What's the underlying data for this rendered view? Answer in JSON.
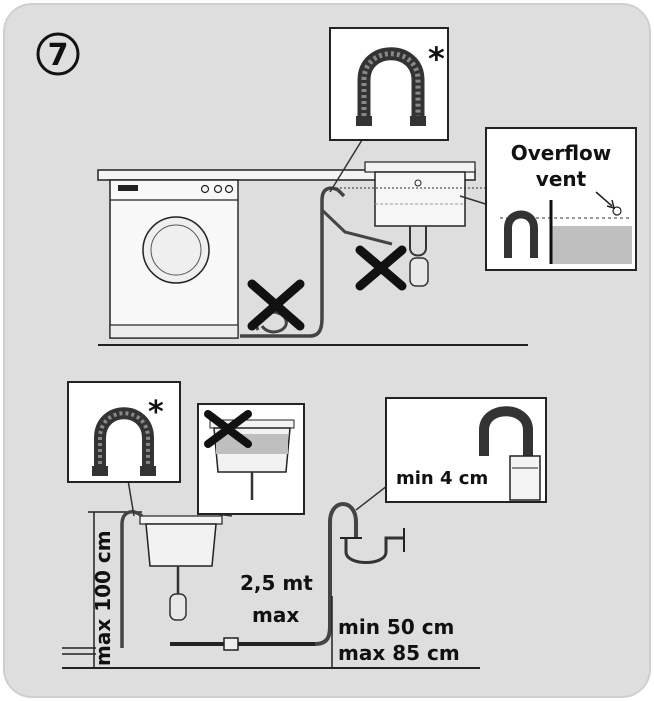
{
  "step_number": "7",
  "asterisk": "*",
  "overflow_vent_label_line1": "Overflow",
  "overflow_vent_label_line2": "vent",
  "max_height_label": "max 100 cm",
  "hose_length_label_line1": "2,5 mt",
  "hose_length_label_line2": "max",
  "siphon_height_label_line1": "min 50 cm",
  "siphon_height_label_line2": "max 85 cm",
  "min_insert_label": "min 4 cm",
  "colors": {
    "panel_background": "#dedede",
    "ink": "#111111",
    "water": "#bfbfbf",
    "hose": "#444444"
  }
}
